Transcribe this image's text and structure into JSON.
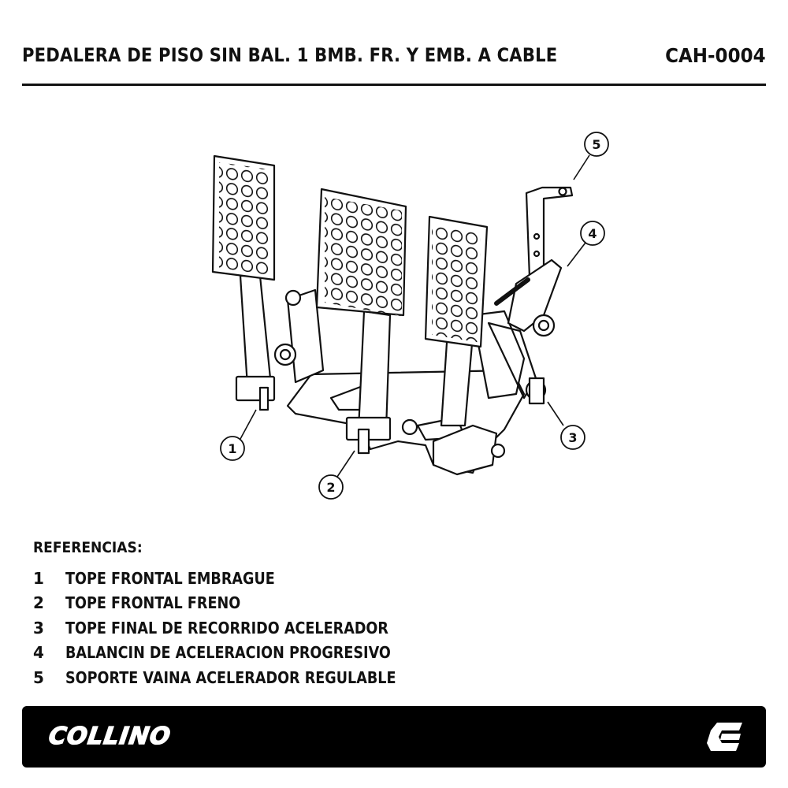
{
  "header": {
    "title": "PEDALERA DE PISO SIN BAL. 1 BMB. FR. Y EMB. A CABLE",
    "code": "CAH-0004"
  },
  "diagram": {
    "callouts": [
      "1",
      "2",
      "3",
      "4",
      "5"
    ]
  },
  "references": {
    "title": "REFERENCIAS:",
    "items": [
      {
        "num": "1",
        "text": "TOPE FRONTAL EMBRAGUE"
      },
      {
        "num": "2",
        "text": "TOPE FRONTAL FRENO"
      },
      {
        "num": "3",
        "text": "TOPE FINAL DE RECORRIDO ACELERADOR"
      },
      {
        "num": "4",
        "text": "BALANCIN DE ACELERACION PROGRESIVO"
      },
      {
        "num": "5",
        "text": "SOPORTE VAINA ACELERADOR REGULABLE"
      }
    ]
  },
  "footer": {
    "brand": "COLLINO",
    "icon": "collino-c-logo-icon"
  }
}
